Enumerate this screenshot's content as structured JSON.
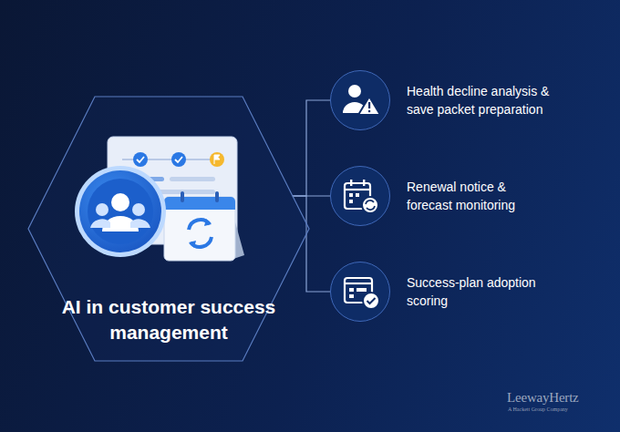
{
  "diagram": {
    "nodes": [
      {
        "text": [
          "AI in customer success management"
        ]
      },
      {
        "text": [
          "Health decline analysis & save packet preparation"
        ]
      },
      {
        "text": [
          "Renewal notice & forecast monitoring"
        ]
      },
      {
        "text": [
          "Success-plan adoption scoring"
        ]
      }
    ],
    "edges": [
      {
        "from": 0,
        "to": 1,
        "arrow": "none"
      },
      {
        "from": 0,
        "to": 2,
        "arrow": "none"
      },
      {
        "from": 0,
        "to": 3,
        "arrow": "none"
      }
    ],
    "labels": [
      "LeewayHertz",
      "A Hackett Group Company"
    ]
  }
}
